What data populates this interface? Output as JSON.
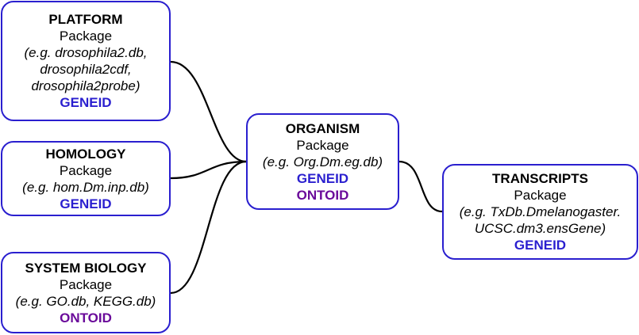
{
  "colors": {
    "border": "#2a1fcf",
    "geneid": "#2a1fcf",
    "ontoid": "#6a0a9a",
    "connector": "#000000"
  },
  "platform": {
    "title": "PLATFORM",
    "kind": "Package",
    "example_lines": [
      "(e.g. drosophila2.db,",
      "drosophila2cdf,",
      "drosophila2probe)"
    ],
    "ids": [
      "GENEID"
    ]
  },
  "homology": {
    "title": "HOMOLOGY",
    "kind": "Package",
    "example_lines": [
      "(e.g. hom.Dm.inp.db)"
    ],
    "ids": [
      "GENEID"
    ]
  },
  "sysbio": {
    "title": "SYSTEM BIOLOGY",
    "kind": "Package",
    "example_lines": [
      "(e.g. GO.db, KEGG.db)"
    ],
    "ids": [
      "ONTOID"
    ]
  },
  "organism": {
    "title": "ORGANISM",
    "kind": "Package",
    "example_lines": [
      "(e.g. Org.Dm.eg.db)"
    ],
    "ids": [
      "GENEID",
      "ONTOID"
    ]
  },
  "transcripts": {
    "title": "TRANSCRIPTS",
    "kind": "Package",
    "example_lines": [
      "(e.g. TxDb.Dmelanogaster.",
      "UCSC.dm3.ensGene)"
    ],
    "ids": [
      "GENEID"
    ]
  }
}
